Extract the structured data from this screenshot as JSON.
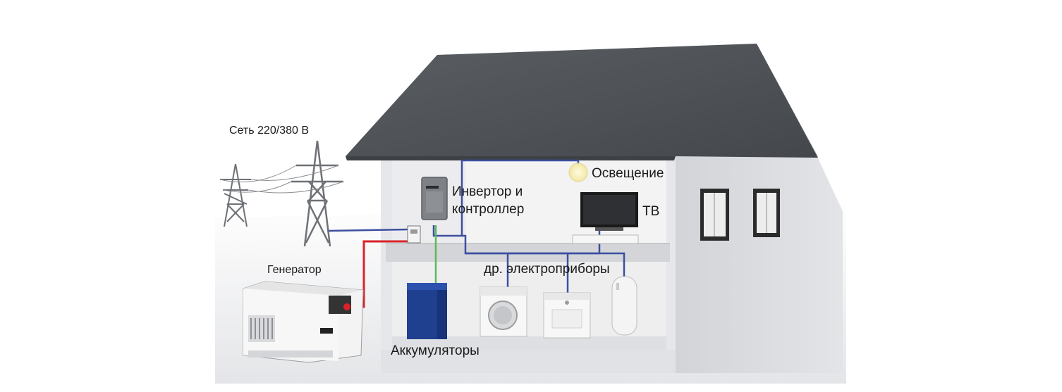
{
  "labels": {
    "grid": "Сеть 220/380 В",
    "generator": "Генератор",
    "inverter_line1": "Инвертор и",
    "inverter_line2": "контроллер",
    "lighting": "Освещение",
    "tv": "ТВ",
    "appliances": "др. электроприборы",
    "batteries": "Аккумуляторы"
  },
  "colors": {
    "grid_line": "#3c4fa0",
    "generator_line": "#d8222a",
    "battery_line": "#5cb85c",
    "roof": "#505459",
    "wall": "#dcdde0",
    "battery": "#1f3f8f"
  }
}
